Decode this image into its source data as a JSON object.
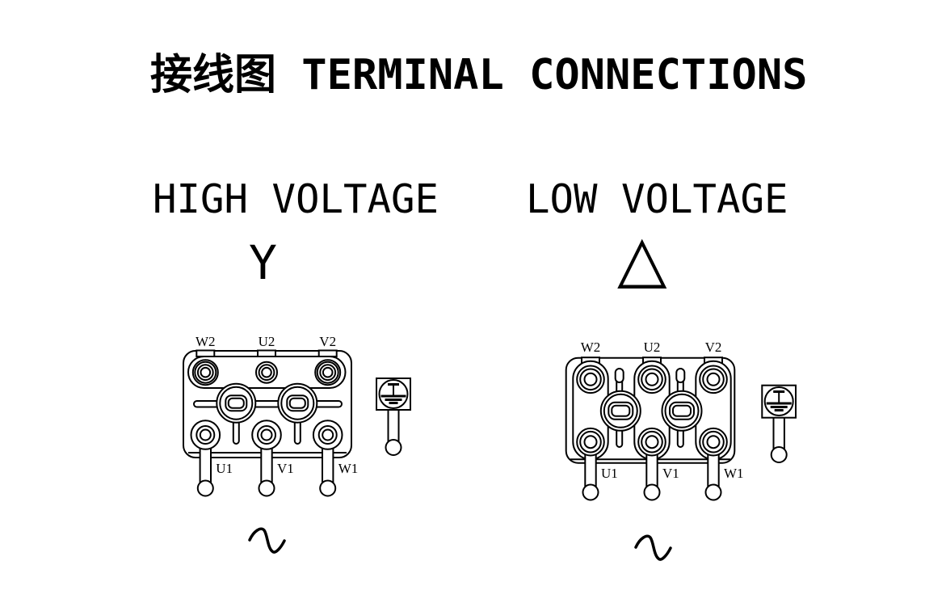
{
  "title": "接线图 TERMINAL CONNECTIONS",
  "colors": {
    "ink": "#000000",
    "background": "#ffffff"
  },
  "icons": {
    "earth_ground": "⏚",
    "ac_wave": "∿"
  },
  "sections": [
    {
      "heading": "HIGH VOLTAGE",
      "connection_symbol": "Y",
      "connection_type": "star",
      "top_terminals": [
        "W2",
        "U2",
        "V2"
      ],
      "bottom_terminals": [
        "U1",
        "V1",
        "W1"
      ]
    },
    {
      "heading": "LOW VOLTAGE",
      "connection_symbol": "△",
      "connection_type": "delta",
      "top_terminals": [
        "W2",
        "U2",
        "V2"
      ],
      "bottom_terminals": [
        "U1",
        "V1",
        "W1"
      ]
    }
  ]
}
